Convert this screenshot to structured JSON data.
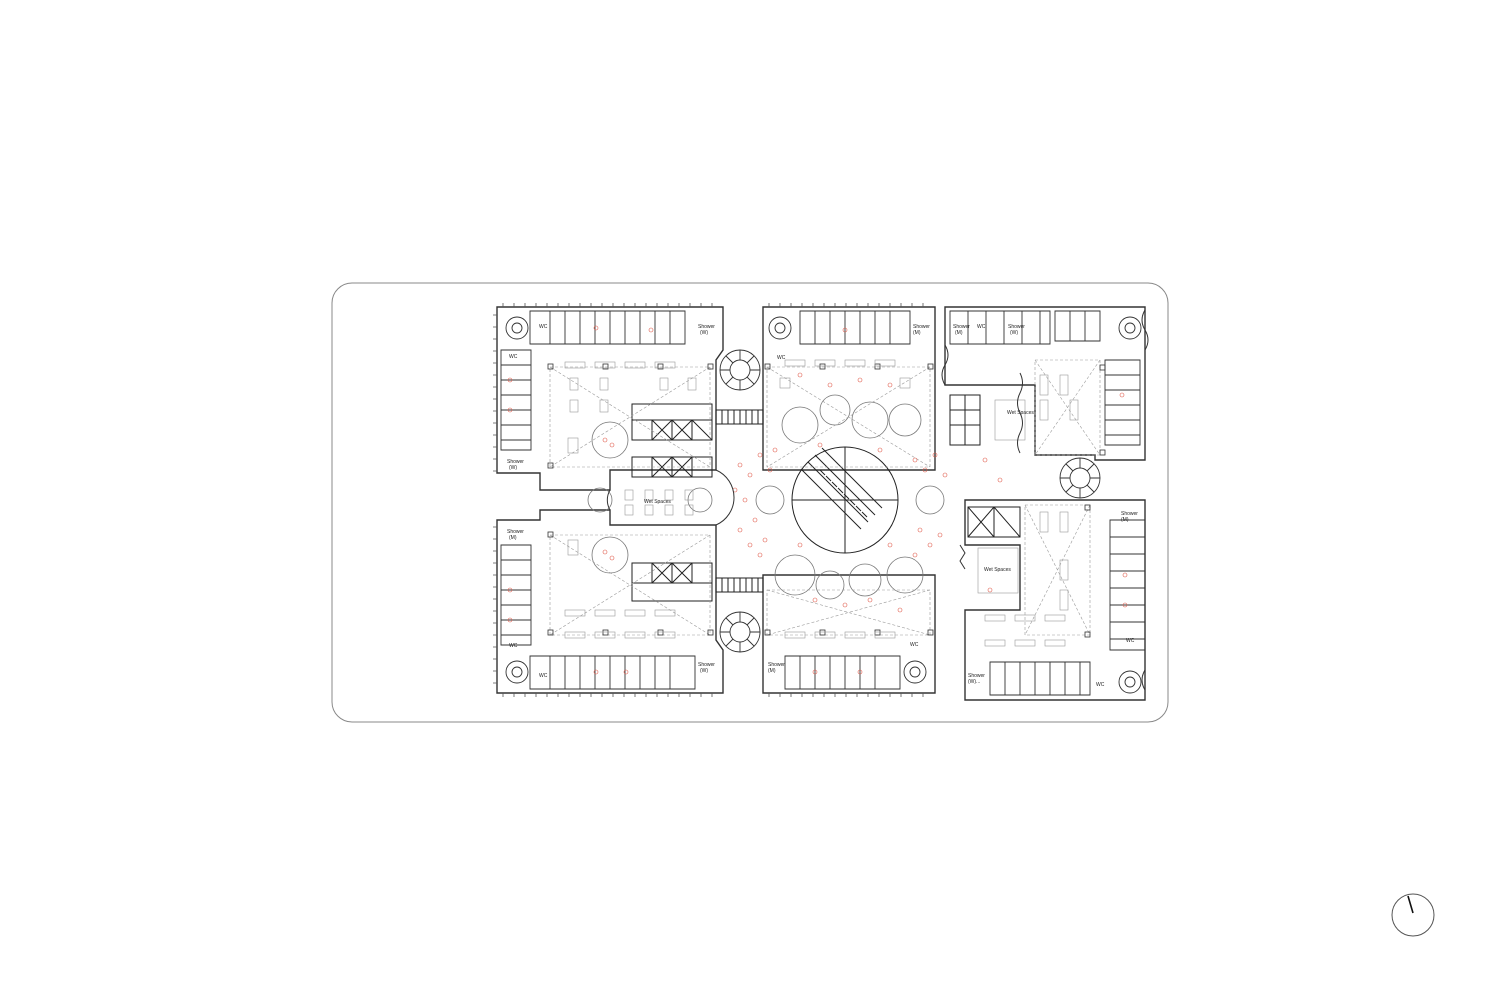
{
  "diagram": {
    "type": "architectural-floor-plan",
    "accent_color": "#e05a4a",
    "line_color": "#333333",
    "labels": {
      "wet_spaces": "Wet Spaces",
      "wc": "WC",
      "shower": "Shower",
      "shower_m": "(M)",
      "shower_w": "(W)",
      "shower_ellipsis": "(W)..."
    },
    "north_arrow_icon": "north-arrow-icon"
  }
}
